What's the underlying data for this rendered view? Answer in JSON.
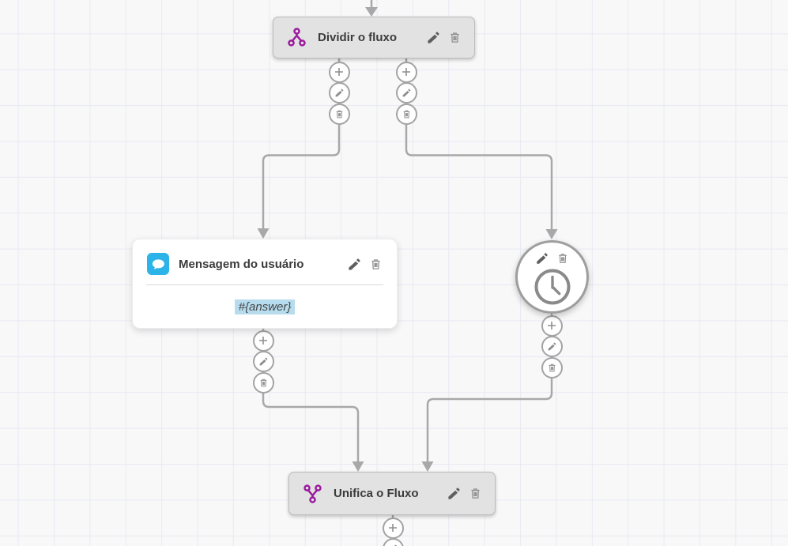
{
  "app": {
    "name": "chatbot-flow-builder-canvas"
  },
  "palette": {
    "background": "#f8f8f9",
    "grid_line": "#e8eaf2",
    "connector": "#a8a8a8",
    "node_gray_fill": "#e2e2e3",
    "node_gray_border": "#bcbcbc",
    "node_white_fill": "#ffffff",
    "purple_icon": "#9b1b9e",
    "blue_icon": "#2cb3e8",
    "highlight_blue": "#b7dcee",
    "title_text": "#3b3b3b",
    "edit_icon_color": "#5f5f5f",
    "delete_icon_color": "#8f8f8f"
  },
  "nodes": {
    "split": {
      "title": "Dividir o fluxo",
      "icon": "split-flow-icon",
      "actions": [
        "edit",
        "delete"
      ]
    },
    "user_message": {
      "title": "Mensagem do usuário",
      "icon": "chat-bubble-icon",
      "body_value": "#{answer}",
      "actions": [
        "edit",
        "delete"
      ]
    },
    "timer": {
      "icon": "clock-icon",
      "actions": [
        "edit",
        "delete"
      ]
    },
    "merge": {
      "title": "Unifica o Fluxo",
      "icon": "merge-flow-icon",
      "actions": [
        "edit",
        "delete"
      ]
    }
  },
  "connector_buttons": [
    "add",
    "edit",
    "delete"
  ]
}
